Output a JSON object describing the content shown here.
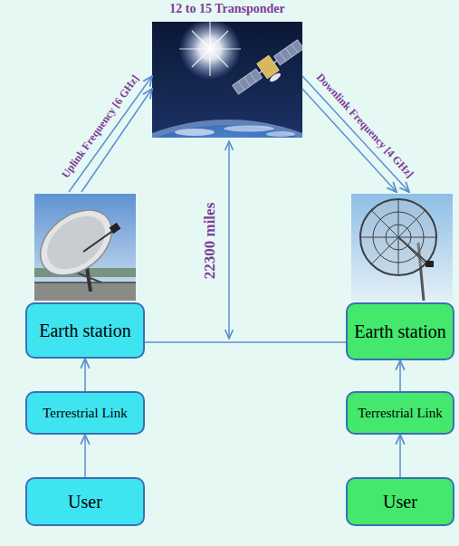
{
  "diagram": {
    "nodes": [
      {
        "text": [
          "12 to 15 Transponder"
        ]
      },
      {
        "text": [
          "Earth station"
        ]
      },
      {
        "text": [
          "Terrestrial Link"
        ]
      },
      {
        "text": [
          "User"
        ]
      },
      {
        "text": [
          "Earth station"
        ]
      },
      {
        "text": [
          "Terrestrial Link"
        ]
      },
      {
        "text": [
          "User"
        ]
      }
    ],
    "edges": [
      {
        "from": 3,
        "to": 2,
        "arrow": "to"
      },
      {
        "from": 2,
        "to": 1,
        "arrow": "to"
      },
      {
        "from": 1,
        "to": 0,
        "arrow": "to",
        "label": "Uplink Frequency [6 GHz]"
      },
      {
        "from": 0,
        "to": 4,
        "arrow": "to",
        "label": "Downlink Frequency [4 GHz]"
      },
      {
        "from": 1,
        "to": 4,
        "arrow": "none"
      },
      {
        "from": 6,
        "to": 5,
        "arrow": "to"
      },
      {
        "from": 5,
        "to": 4,
        "arrow": "to"
      }
    ],
    "labels": [
      "22300 miles"
    ]
  }
}
